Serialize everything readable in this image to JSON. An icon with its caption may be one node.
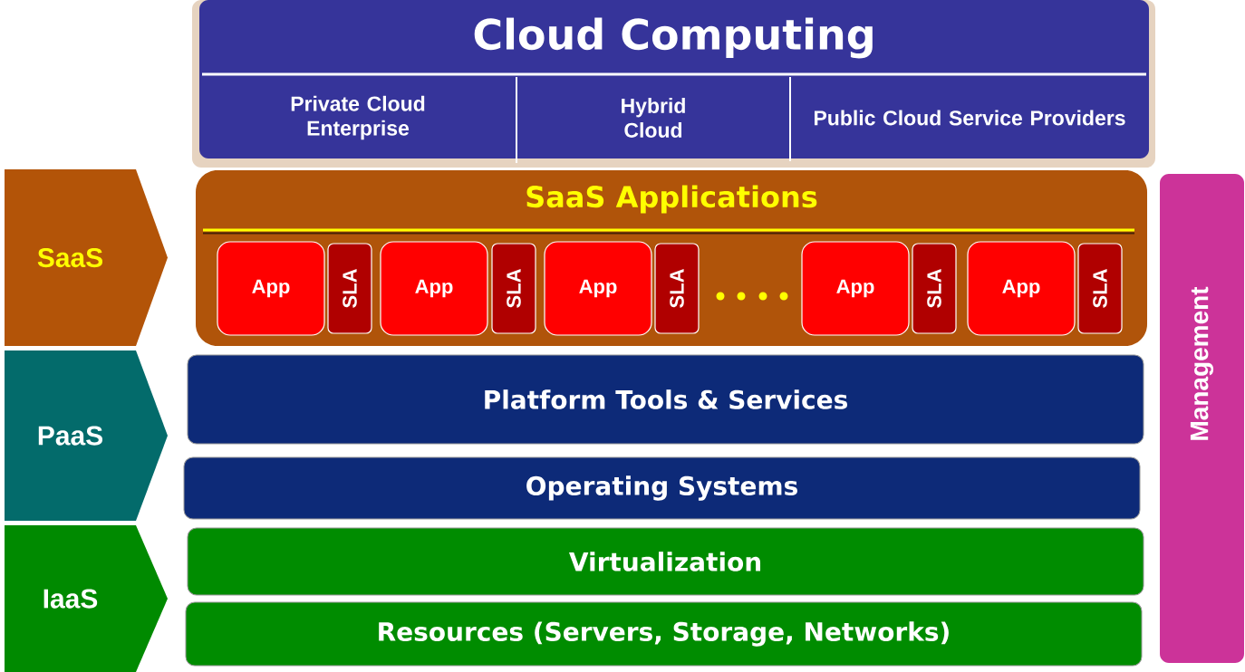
{
  "diagram": {
    "nodes": [
      {
        "text": [
          "Cloud Computing"
        ]
      },
      {
        "text": [
          "Private  Cloud Enterprise"
        ],
        "in": 0
      },
      {
        "text": [
          "Hybrid Cloud"
        ],
        "in": 0
      },
      {
        "text": [
          "Public Cloud Service Providers"
        ],
        "in": 0
      },
      {
        "text": [
          "SaaS"
        ]
      },
      {
        "text": [
          "PaaS"
        ]
      },
      {
        "text": [
          "IaaS"
        ]
      },
      {
        "text": [
          "SaaS Applications"
        ]
      },
      {
        "text": [
          "App"
        ],
        "in": 7
      },
      {
        "text": [
          "SLA"
        ],
        "in": 7
      },
      {
        "text": [
          "App"
        ],
        "in": 7
      },
      {
        "text": [
          "SLA"
        ],
        "in": 7
      },
      {
        "text": [
          "App"
        ],
        "in": 7
      },
      {
        "text": [
          "SLA"
        ],
        "in": 7
      },
      {
        "text": [
          "App"
        ],
        "in": 7
      },
      {
        "text": [
          "SLA"
        ],
        "in": 7
      },
      {
        "text": [
          "App"
        ],
        "in": 7
      },
      {
        "text": [
          "SLA"
        ],
        "in": 7
      },
      {
        "text": [
          "Platform Tools & Services"
        ]
      },
      {
        "text": [
          "Operating Systems"
        ]
      },
      {
        "text": [
          "Virtualization"
        ]
      },
      {
        "text": [
          "Resources (Servers, Storage, Networks)"
        ]
      },
      {
        "text": [
          "Management"
        ]
      }
    ]
  }
}
